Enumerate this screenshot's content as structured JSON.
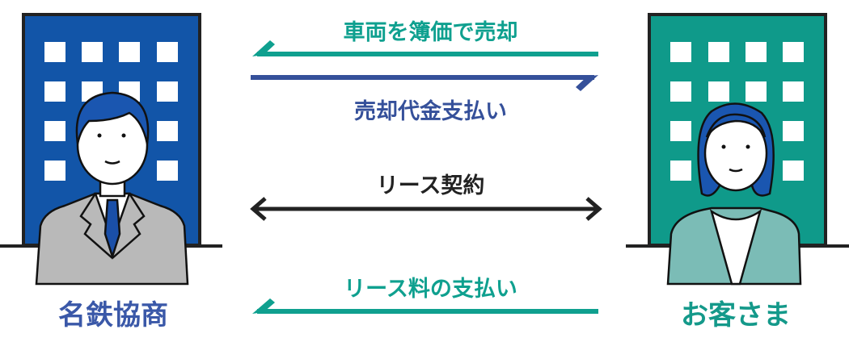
{
  "parties": {
    "left": {
      "name": "名鉄協商",
      "color": "#3a58a8",
      "building_color": "#1255a8"
    },
    "right": {
      "name": "お客さま",
      "color": "#14998a",
      "building_color": "#0f9a8a"
    }
  },
  "flows": [
    {
      "label": "車両を簿価で売却",
      "direction": "right-to-left",
      "color": "#0fa08f"
    },
    {
      "label": "売却代金支払い",
      "direction": "left-to-right",
      "color": "#35509a"
    },
    {
      "label": "リース契約",
      "direction": "bidirectional",
      "color": "#222222"
    },
    {
      "label": "リース料の支払い",
      "direction": "right-to-left",
      "color": "#0fa08f"
    }
  ]
}
